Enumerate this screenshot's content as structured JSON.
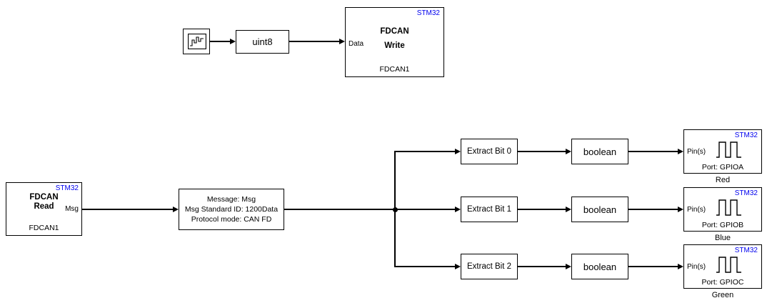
{
  "colors": {
    "stm32_brand": "#0000ee",
    "line": "#000000",
    "block_border": "#000000",
    "background": "#ffffff"
  },
  "top_chain": {
    "signal_generator": {
      "icon": "stair-waveform-icon"
    },
    "uint8_block": {
      "label": "uint8"
    },
    "fdcan_write": {
      "brand": "STM32",
      "name_line1": "FDCAN",
      "name_line2": "Write",
      "input_port": "Data",
      "instance": "FDCAN1"
    }
  },
  "bottom_chain": {
    "fdcan_read": {
      "brand": "STM32",
      "name_line1": "FDCAN",
      "name_line2": "Read",
      "output_port": "Msg",
      "instance": "FDCAN1"
    },
    "can_unpack": {
      "line1": "Message: Msg",
      "line2": "Msg Standard ID: 1200Data",
      "line3": "Protocol mode: CAN FD"
    },
    "branches": [
      {
        "extract_label": "Extract Bit 0",
        "boolean_label": "boolean",
        "gpio": {
          "brand": "STM32",
          "input_port": "Pin(s)",
          "port_label": "Port: GPIOA",
          "caption": "Red"
        }
      },
      {
        "extract_label": "Extract Bit 1",
        "boolean_label": "boolean",
        "gpio": {
          "brand": "STM32",
          "input_port": "Pin(s)",
          "port_label": "Port: GPIOB",
          "caption": "Blue"
        }
      },
      {
        "extract_label": "Extract Bit 2",
        "boolean_label": "boolean",
        "gpio": {
          "brand": "STM32",
          "input_port": "Pin(s)",
          "port_label": "Port: GPIOC",
          "caption": "Green"
        }
      }
    ]
  }
}
